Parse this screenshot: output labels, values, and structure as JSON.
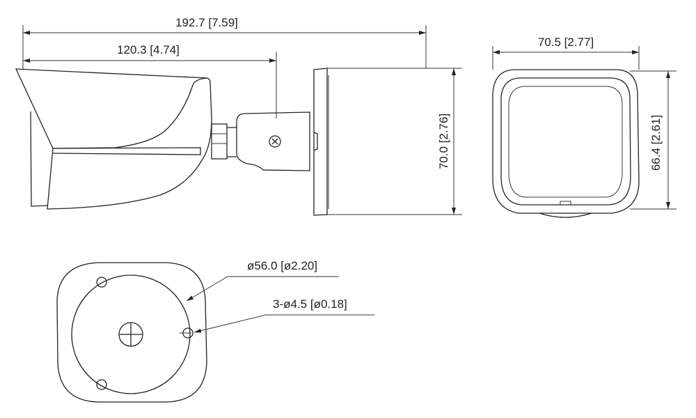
{
  "dimensions": {
    "overall_length": "192.7 [7.59]",
    "body_length": "120.3 [4.74]",
    "side_height": "70.0 [2.76]",
    "front_width": "70.5 [2.77]",
    "front_height": "66.4 [2.61]",
    "base_diameter": "ø56.0 [ø2.20]",
    "mount_holes": "3-ø4.5 [ø0.18]"
  },
  "colors": {
    "line": "#222222",
    "background": "#ffffff"
  }
}
